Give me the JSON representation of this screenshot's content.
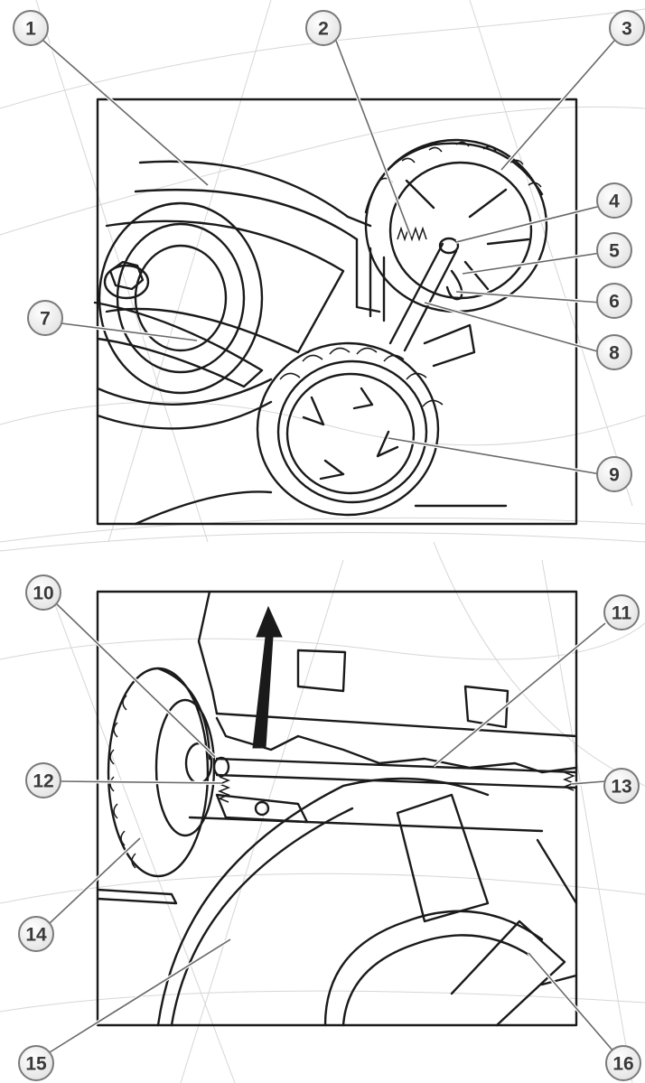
{
  "callouts": [
    {
      "id": "c1",
      "label": "1"
    },
    {
      "id": "c2",
      "label": "2"
    },
    {
      "id": "c3",
      "label": "3"
    },
    {
      "id": "c4",
      "label": "4"
    },
    {
      "id": "c5",
      "label": "5"
    },
    {
      "id": "c6",
      "label": "6"
    },
    {
      "id": "c7",
      "label": "7"
    },
    {
      "id": "c8",
      "label": "8"
    },
    {
      "id": "c9",
      "label": "9"
    },
    {
      "id": "c10",
      "label": "10"
    },
    {
      "id": "c11",
      "label": "11"
    },
    {
      "id": "c12",
      "label": "12"
    },
    {
      "id": "c13",
      "label": "13"
    },
    {
      "id": "c14",
      "label": "14"
    },
    {
      "id": "c15",
      "label": "15"
    },
    {
      "id": "c16",
      "label": "16"
    }
  ],
  "colors": {
    "line": "#1a1a1a",
    "callout_text": "#3a3a3a",
    "callout_border": "#7a7a7a",
    "callout_fill": "#eeeeee",
    "background_pattern": "#d6d6d6"
  }
}
